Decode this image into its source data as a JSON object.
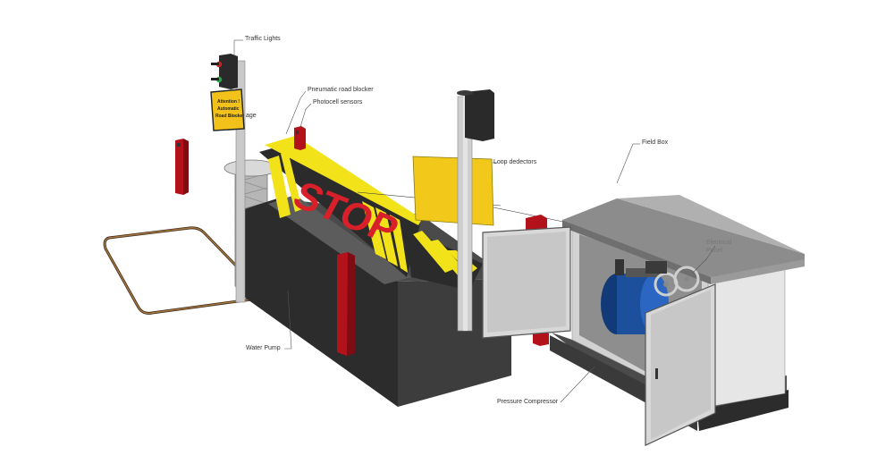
{
  "labels": {
    "traffic_lights": "Traffic Lights",
    "pneumatic_road_blocker": "Pneumatic road blocker",
    "photocell_sensors": "Photocell sensors",
    "warning_sign_partial": "age",
    "loop_detectors": "Loop dedectors",
    "field_box": "Field Box",
    "electrical_panel_line1": "Electrical",
    "electrical_panel_line2": "Panel",
    "water_pump": "Water Pump",
    "pressure_compressor": "Pressure Compressor"
  },
  "sign": {
    "line1": "Attention !",
    "line2": "Automatic",
    "line3": "Road Blocker"
  },
  "blocker_text": "STOP",
  "colors": {
    "yellow": "#f2e21a",
    "dark_body": "#3a3a3a",
    "red_post": "#c8141e",
    "stop_red": "#d8202a",
    "field_box": "#c9c9c9",
    "field_box_roof": "#9a9a9a",
    "compressor_blue": "#1c4f9c",
    "loop_wire": "#8a5a2b"
  }
}
